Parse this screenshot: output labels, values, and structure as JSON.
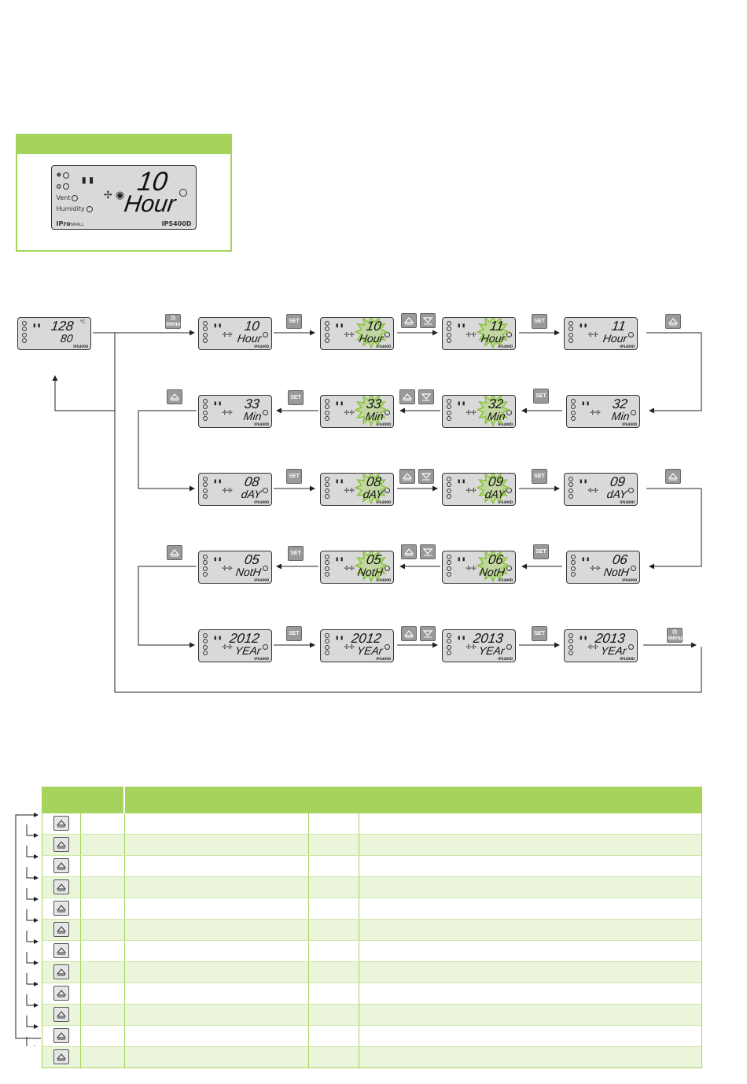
{
  "hero": {
    "lcd": {
      "top": "10",
      "bottom": "Hour",
      "brand": "IPro",
      "brand_sub": "SMALL",
      "model": "IPS400D",
      "indicators": [
        "✱",
        "❂",
        "Vent",
        "Humidity"
      ]
    }
  },
  "home_lcd": {
    "top": "128",
    "unit": "°C",
    "bottom": "80",
    "model": "IPS400D"
  },
  "flow": {
    "row1": [
      {
        "top": "10",
        "bottom": "Hour",
        "blink": false
      },
      {
        "top": "10",
        "bottom": "Hour",
        "blink": true
      },
      {
        "top": "11",
        "bottom": "Hour",
        "blink": true
      },
      {
        "top": "11",
        "bottom": "Hour",
        "blink": false
      }
    ],
    "row2": [
      {
        "top": "32",
        "bottom": "Min",
        "blink": false
      },
      {
        "top": "32",
        "bottom": "Min",
        "blink": true
      },
      {
        "top": "33",
        "bottom": "Min",
        "blink": true
      },
      {
        "top": "33",
        "bottom": "Min",
        "blink": false
      }
    ],
    "row3": [
      {
        "top": "08",
        "bottom": "dAY",
        "blink": false
      },
      {
        "top": "08",
        "bottom": "dAY",
        "blink": true
      },
      {
        "top": "09",
        "bottom": "dAY",
        "blink": true
      },
      {
        "top": "09",
        "bottom": "dAY",
        "blink": false
      }
    ],
    "row4": [
      {
        "top": "06",
        "bottom": "NotH",
        "blink": false
      },
      {
        "top": "06",
        "bottom": "NotH",
        "blink": true
      },
      {
        "top": "05",
        "bottom": "NotH",
        "blink": true
      },
      {
        "top": "05",
        "bottom": "NotH",
        "blink": false
      }
    ],
    "row5": [
      {
        "top": "2012",
        "bottom": "YEAr",
        "blink": false
      },
      {
        "top": "2012",
        "bottom": "YEAr",
        "blink": false
      },
      {
        "top": "2013",
        "bottom": "YEAr",
        "blink": false
      },
      {
        "top": "2013",
        "bottom": "YEAr",
        "blink": false
      }
    ],
    "lcd_model": "IPS400D"
  },
  "buttons": {
    "set_label": "SET",
    "menu_label": "menu"
  },
  "table": {
    "row_count": 12
  }
}
